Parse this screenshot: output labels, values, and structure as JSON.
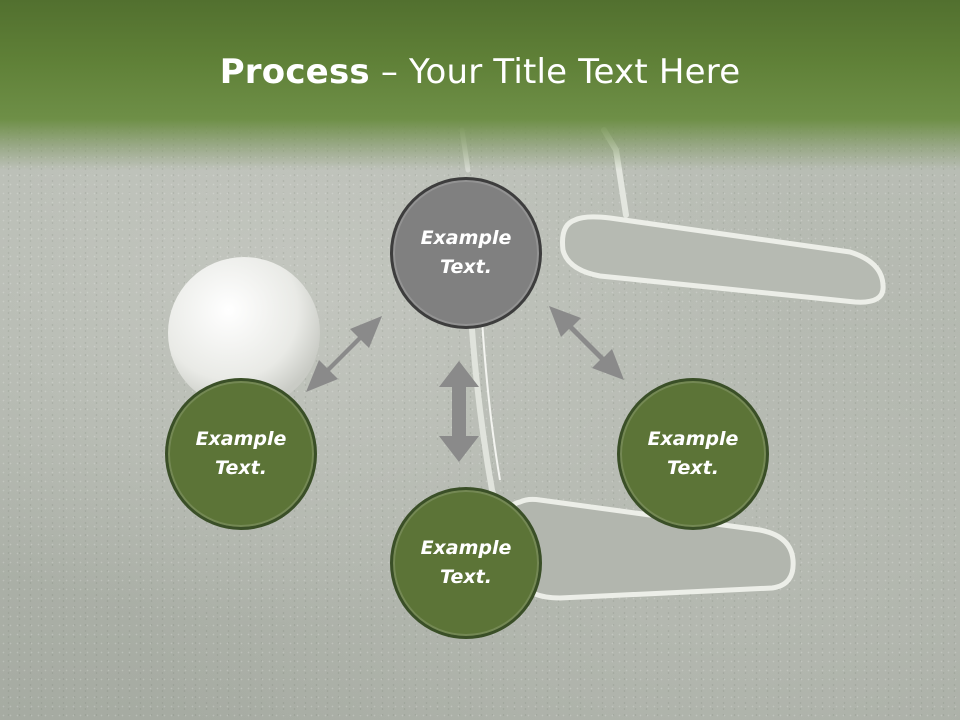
{
  "slide": {
    "title_bold": "Process",
    "title_rest": " – Your Title Text Here"
  },
  "diagram": {
    "nodes": [
      {
        "id": "top",
        "label": "Example Text.",
        "style": "gray"
      },
      {
        "id": "left",
        "label": "Example Text.",
        "style": "green"
      },
      {
        "id": "bottom",
        "label": "Example Text.",
        "style": "green"
      },
      {
        "id": "right",
        "label": "Example Text.",
        "style": "green"
      }
    ],
    "connectors": [
      {
        "from": "top",
        "to": "left",
        "type": "double-arrow"
      },
      {
        "from": "top",
        "to": "bottom",
        "type": "double-arrow"
      },
      {
        "from": "top",
        "to": "right",
        "type": "double-arrow"
      }
    ]
  },
  "colors": {
    "header_green": "#5f8037",
    "node_green": "#5c7437",
    "node_gray": "#808080",
    "arrow_gray": "#8a8a8a"
  }
}
